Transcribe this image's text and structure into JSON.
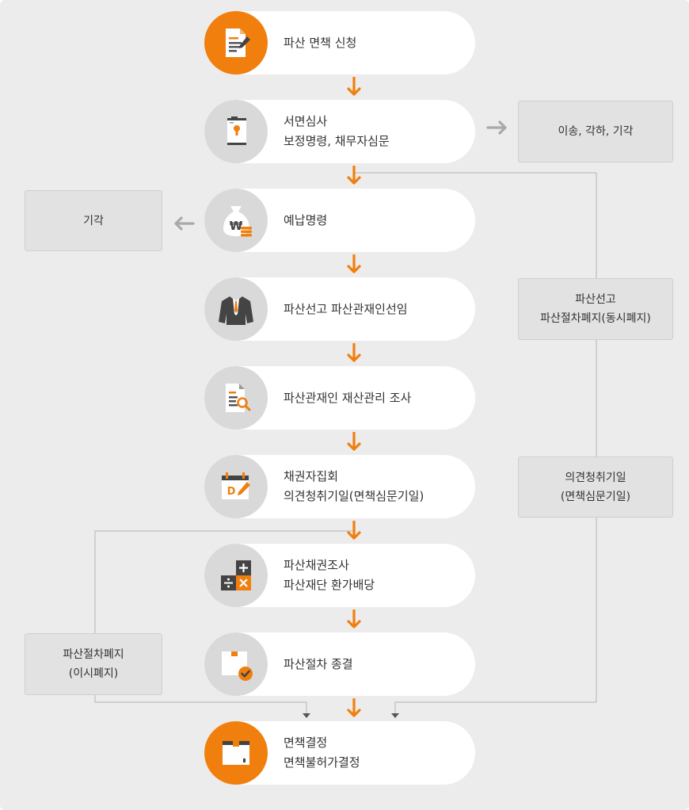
{
  "steps": [
    {
      "lines": [
        "파산 면책 신청"
      ],
      "icon": "application-document-icon"
    },
    {
      "lines": [
        "서면심사",
        "보정명령, 채무자심문"
      ],
      "icon": "locked-document-icon"
    },
    {
      "lines": [
        "예납명령"
      ],
      "icon": "money-bag-icon"
    },
    {
      "lines": [
        "파산선고 파산관재인선임"
      ],
      "icon": "suit-jacket-icon"
    },
    {
      "lines": [
        "파산관재인 재산관리 조사"
      ],
      "icon": "document-search-icon"
    },
    {
      "lines": [
        "채권자집회",
        "의견청취기일(면책심문기일)"
      ],
      "icon": "calendar-icon"
    },
    {
      "lines": [
        "파산채권조사",
        "파산재단 환가배당"
      ],
      "icon": "calculator-icon"
    },
    {
      "lines": [
        "파산절차 종결"
      ],
      "icon": "box-check-icon"
    },
    {
      "lines": [
        "면책결정",
        "면책불허가결정"
      ],
      "icon": "box-icon"
    }
  ],
  "side_boxes": {
    "transfer": [
      "이송, 각하, 기각"
    ],
    "dismissal": [
      "기각"
    ],
    "bankruptcy_simultaneous": [
      "파산선고",
      "파산절차폐지(동시폐지)"
    ],
    "opinion_hearing": [
      "의견청취기일",
      "(면책심문기일)"
    ],
    "bankruptcy_abolition": [
      "파산절차폐지",
      "(이시폐지)"
    ]
  },
  "colors": {
    "accent": "#f07f0e",
    "icon_gray": "#444444",
    "circle_gray": "#d9d9d9",
    "background": "#ececec"
  }
}
